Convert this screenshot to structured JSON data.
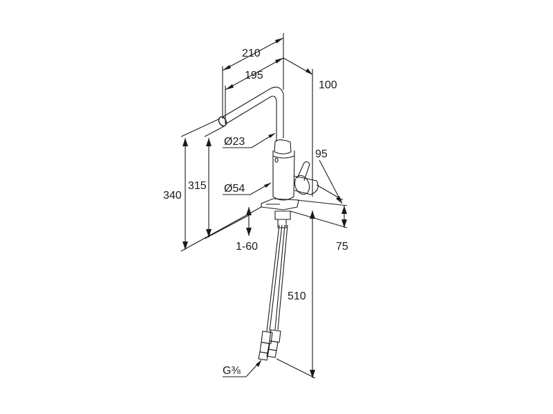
{
  "diagram": {
    "dimensions": {
      "d210": "210",
      "d195": "195",
      "d100": "100",
      "d23": "Ø23",
      "d95": "95",
      "d340": "340",
      "d315": "315",
      "d54": "Ø54",
      "d160": "1-60",
      "d75": "75",
      "d510": "510",
      "dg": "G⅜"
    }
  }
}
